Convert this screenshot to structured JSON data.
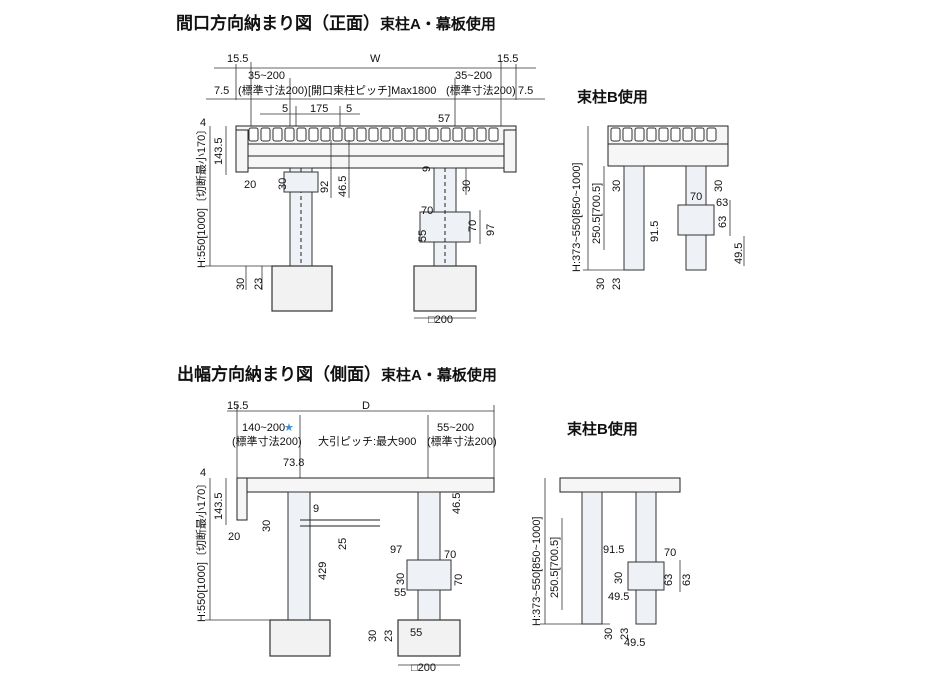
{
  "front": {
    "title": "間口方向納まり図（正面）",
    "subtitle": "束柱A・幕板使用",
    "labels": {
      "d15_5_left": "15.5",
      "w": "W",
      "d15_5_right": "15.5",
      "d35_200_left": "35~200",
      "std200_left": "(標準寸法200)",
      "pitch": "[開口束柱ピッチ]Max1800",
      "d35_200_right": "35~200",
      "std200_right": "(標準寸法200)",
      "d7_5_left": "7.5",
      "d7_5_right": "7.5",
      "d5_a": "5",
      "d175": "175",
      "d5_b": "5",
      "d57": "57",
      "d4": "4",
      "d143_5": "143.5",
      "h_left": "H:550[1000]〔切断最小170〕",
      "d20": "20",
      "d30_a": "30",
      "d92": "92",
      "d46_5": "46.5",
      "d9": "9",
      "d30_b": "30",
      "d70_a": "70",
      "d70_b": "70",
      "d97": "97",
      "d55": "55",
      "d30_c": "30",
      "d23": "23",
      "sq200": "□200"
    }
  },
  "front_b": {
    "caption": "束柱B使用",
    "labels": {
      "h_range": "H:373~550[850~1000]",
      "d250_5": "250.5[700.5]",
      "d30_a": "30",
      "d30_b": "30",
      "d70": "70",
      "d63_a": "63",
      "d91_5": "91.5",
      "d63_b": "63",
      "d49_5": "49.5",
      "d30_c": "30",
      "d23": "23"
    }
  },
  "side": {
    "title": "出幅方向納まり図（側面）",
    "subtitle": "束柱A・幕板使用",
    "labels": {
      "d15_5": "15.5",
      "d": "D",
      "d140_200": "140~200",
      "star": "★",
      "std200_left": "(標準寸法200)",
      "pitch": "大引ピッチ:最大900",
      "d55_200": "55~200",
      "std200_right": "(標準寸法200)",
      "d73_8": "73.8",
      "d4": "4",
      "d143_5": "143.5",
      "h_left": "H:550[1000]〔切断最小170〕",
      "d20": "20",
      "d30_a": "30",
      "d9": "9",
      "d46_5": "46.5",
      "d25": "25",
      "d429": "429",
      "d97": "97",
      "d70_a": "70",
      "d30_b": "30",
      "d70_b": "70",
      "d55_a": "55",
      "d30_c": "30",
      "d23": "23",
      "d55_b": "55",
      "sq200": "□200"
    }
  },
  "side_b": {
    "caption": "束柱B使用",
    "labels": {
      "h_range": "H:373~550[850~1000]",
      "d250_5": "250.5[700.5]",
      "d91_5": "91.5",
      "d70": "70",
      "d30_a": "30",
      "d63_a": "63",
      "d63_b": "63",
      "d49_5_a": "49.5",
      "d30_b": "30",
      "d23": "23",
      "d49_5_b": "49.5"
    }
  },
  "colors": {
    "star": "#3a8fd6",
    "post_fill": "#eef2f6",
    "foundation": "#f2f2f2"
  }
}
